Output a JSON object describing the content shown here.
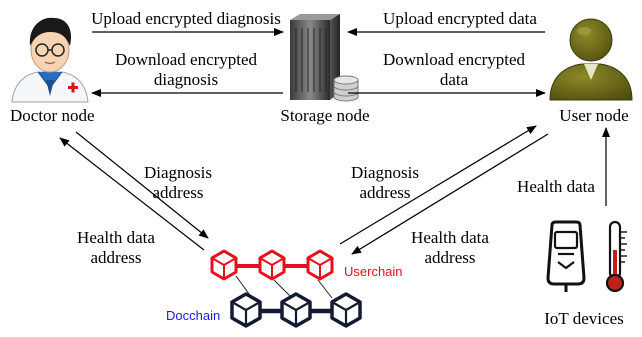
{
  "nodes": {
    "doctor": "Doctor  node",
    "storage": "Storage  node",
    "user": "User  node",
    "iot": "IoT devices"
  },
  "edges": {
    "upload_diagnosis": "Upload encrypted diagnosis",
    "download_diagnosis_line1": "Download encrypted",
    "download_diagnosis_line2": "diagnosis",
    "upload_data": "Upload encrypted data",
    "download_data_line1": "Download encrypted",
    "download_data_line2": "data",
    "diagnosis_address_left_line1": "Diagnosis",
    "diagnosis_address_left_line2": "address",
    "health_address_left_line1": "Health data",
    "health_address_left_line2": "address",
    "diagnosis_address_right_line1": "Diagnosis",
    "diagnosis_address_right_line2": "address",
    "health_address_right_line1": "Health data",
    "health_address_right_line2": "address",
    "health_data": "Health data"
  },
  "chains": {
    "userchain": "Userchain",
    "docchain": "Docchain"
  },
  "colors": {
    "userchain": "#e8101a",
    "docchain": "#1a1ae0",
    "user_body": "#6e6b16",
    "thermometer_bulb": "#c0201a"
  },
  "icons": [
    "doctor-icon",
    "server-icon",
    "user-icon",
    "glucometer-icon",
    "thermometer-icon",
    "blockchain-icon"
  ]
}
